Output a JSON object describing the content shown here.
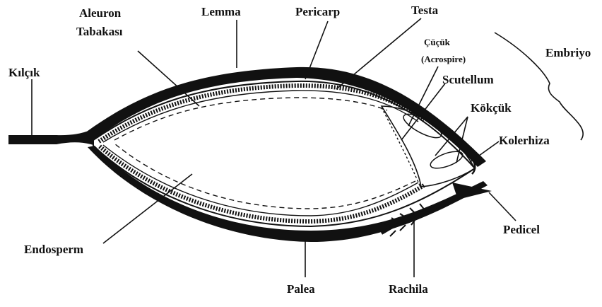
{
  "diagram": {
    "labels": {
      "kilcik": "Kılçık",
      "aleuron_line1": "Aleuron",
      "aleuron_line2": "Tabakası",
      "lemma": "Lemma",
      "pericarp": "Pericarp",
      "testa": "Testa",
      "cucuk": "Çüçük",
      "acrospire": "(Acrospire)",
      "embriyo": "Embriyo",
      "scutellum": "Scutellum",
      "kokcuk": "Kökçük",
      "kolerhiza": "Kolerhiza",
      "endosperm": "Endosperm",
      "pedicel": "Pedicel",
      "palea": "Palea",
      "rachila": "Rachila"
    },
    "colors": {
      "ink": "#111111",
      "background": "#ffffff"
    }
  }
}
